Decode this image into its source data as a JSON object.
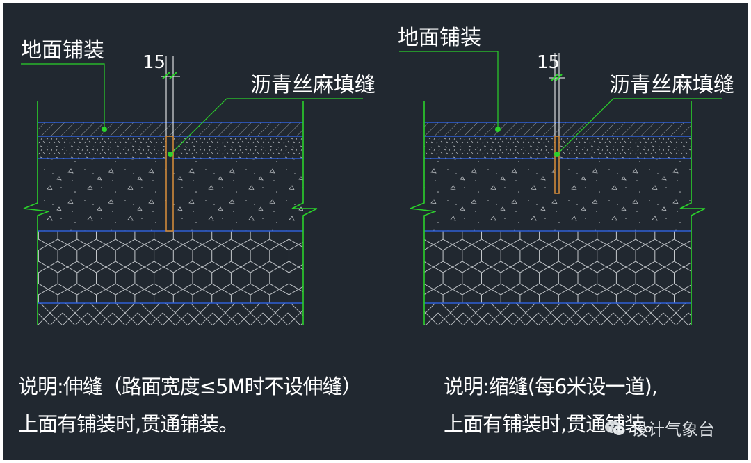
{
  "left_detail": {
    "paving_label": "地面铺装",
    "dimension": "15",
    "joint_filler_label": "沥青丝麻填缝",
    "note_line1": "说明:伸缝（路面宽度≤5M时不设伸缝）",
    "note_line2": "上面有铺装时,贯通铺装。"
  },
  "right_detail": {
    "paving_label": "地面铺装",
    "dimension": "15",
    "joint_filler_label": "沥青丝麻填缝",
    "note_line1": "说明:缩缝(每6米设一道),",
    "note_line2": "上面有铺装时,贯通铺装。"
  },
  "watermark": {
    "text": "设计气象台",
    "icon": "wechat-icon"
  },
  "colors": {
    "background": "#212830",
    "layer_line": "#2f5fd6",
    "boundary": "#2bd12b",
    "joint": "#d08a3a",
    "hatch": "#b8bcc0",
    "text": "#ffffff"
  }
}
